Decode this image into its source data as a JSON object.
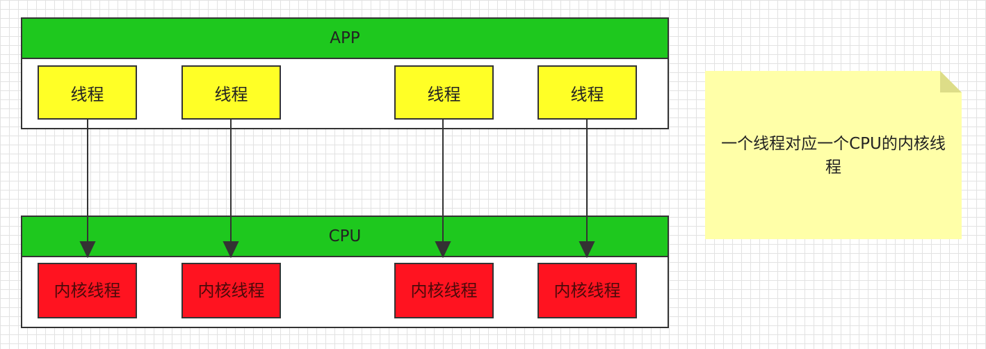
{
  "app_layer": {
    "title": "APP",
    "threads": [
      "线程",
      "线程",
      "线程",
      "线程"
    ]
  },
  "cpu_layer": {
    "title": "CPU",
    "kernel_threads": [
      "内核线程",
      "内核线程",
      "内核线程",
      "内核线程"
    ]
  },
  "note": {
    "text": "一个线程对应一个CPU的内核线程"
  },
  "colors": {
    "header_green": "#1ec81e",
    "thread_yellow": "#ffff26",
    "kernel_red": "#ff1320",
    "note_yellow": "#ffffa8",
    "note_fold": "#dddd88"
  }
}
